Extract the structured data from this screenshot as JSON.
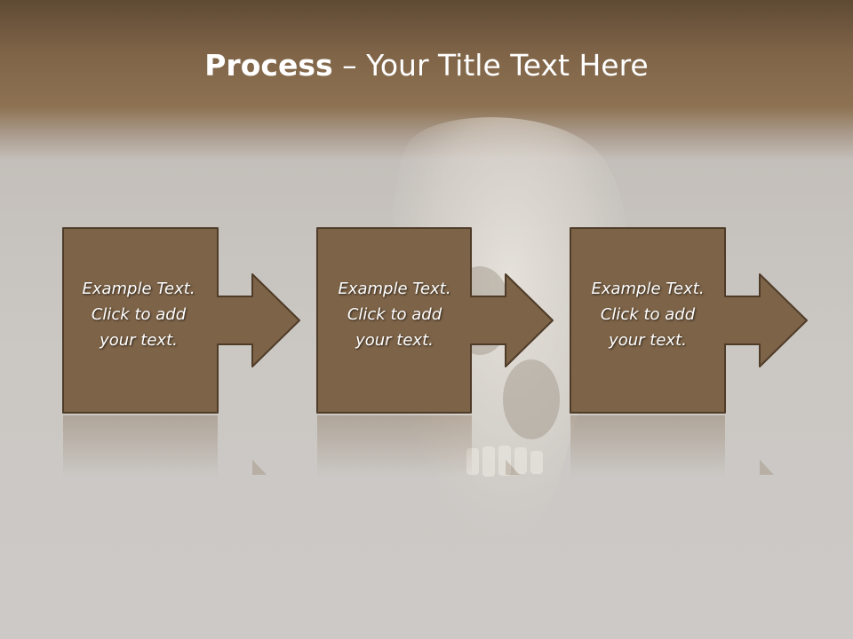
{
  "title": {
    "bold": "Process",
    "rest": " – Your Title Text Here"
  },
  "steps": [
    {
      "lines": [
        "Example Text.",
        "Click  to add",
        "your text."
      ]
    },
    {
      "lines": [
        "Example Text.",
        "Click  to add",
        "your text."
      ]
    },
    {
      "lines": [
        "Example Text.",
        "Click  to add",
        "your text."
      ]
    }
  ],
  "colors": {
    "box_fill": "#7d6347",
    "box_stroke": "#4e3b28",
    "header_brown": "#7f6448",
    "background_gray": "#cbc8c4"
  },
  "icons": [
    "skull-image",
    "arrow-right-icon"
  ]
}
